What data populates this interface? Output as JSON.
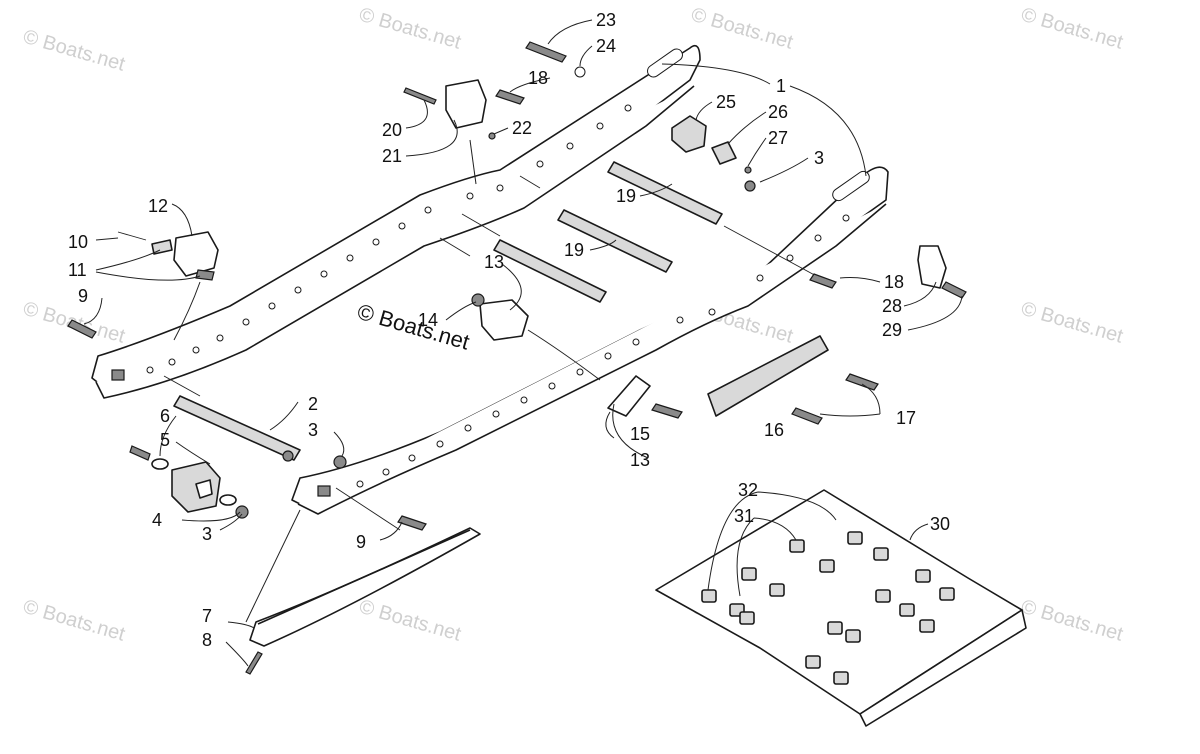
{
  "watermark": "© Boats.net",
  "center_copyright": "© Boats.net",
  "callouts": {
    "c1": "1",
    "c2": "2",
    "c3a": "3",
    "c3b": "3",
    "c3c": "3",
    "c4": "4",
    "c5": "5",
    "c6": "6",
    "c7": "7",
    "c8": "8",
    "c9a": "9",
    "c9b": "9",
    "c10": "10",
    "c11": "11",
    "c12": "12",
    "c13a": "13",
    "c13b": "13",
    "c14": "14",
    "c15": "15",
    "c16": "16",
    "c17": "17",
    "c18a": "18",
    "c18b": "18",
    "c19a": "19",
    "c19b": "19",
    "c20": "20",
    "c21": "21",
    "c22": "22",
    "c23": "23",
    "c24": "24",
    "c25": "25",
    "c26": "26",
    "c27": "27",
    "c28": "28",
    "c29": "29",
    "c30": "30",
    "c31": "31",
    "c32": "32"
  }
}
